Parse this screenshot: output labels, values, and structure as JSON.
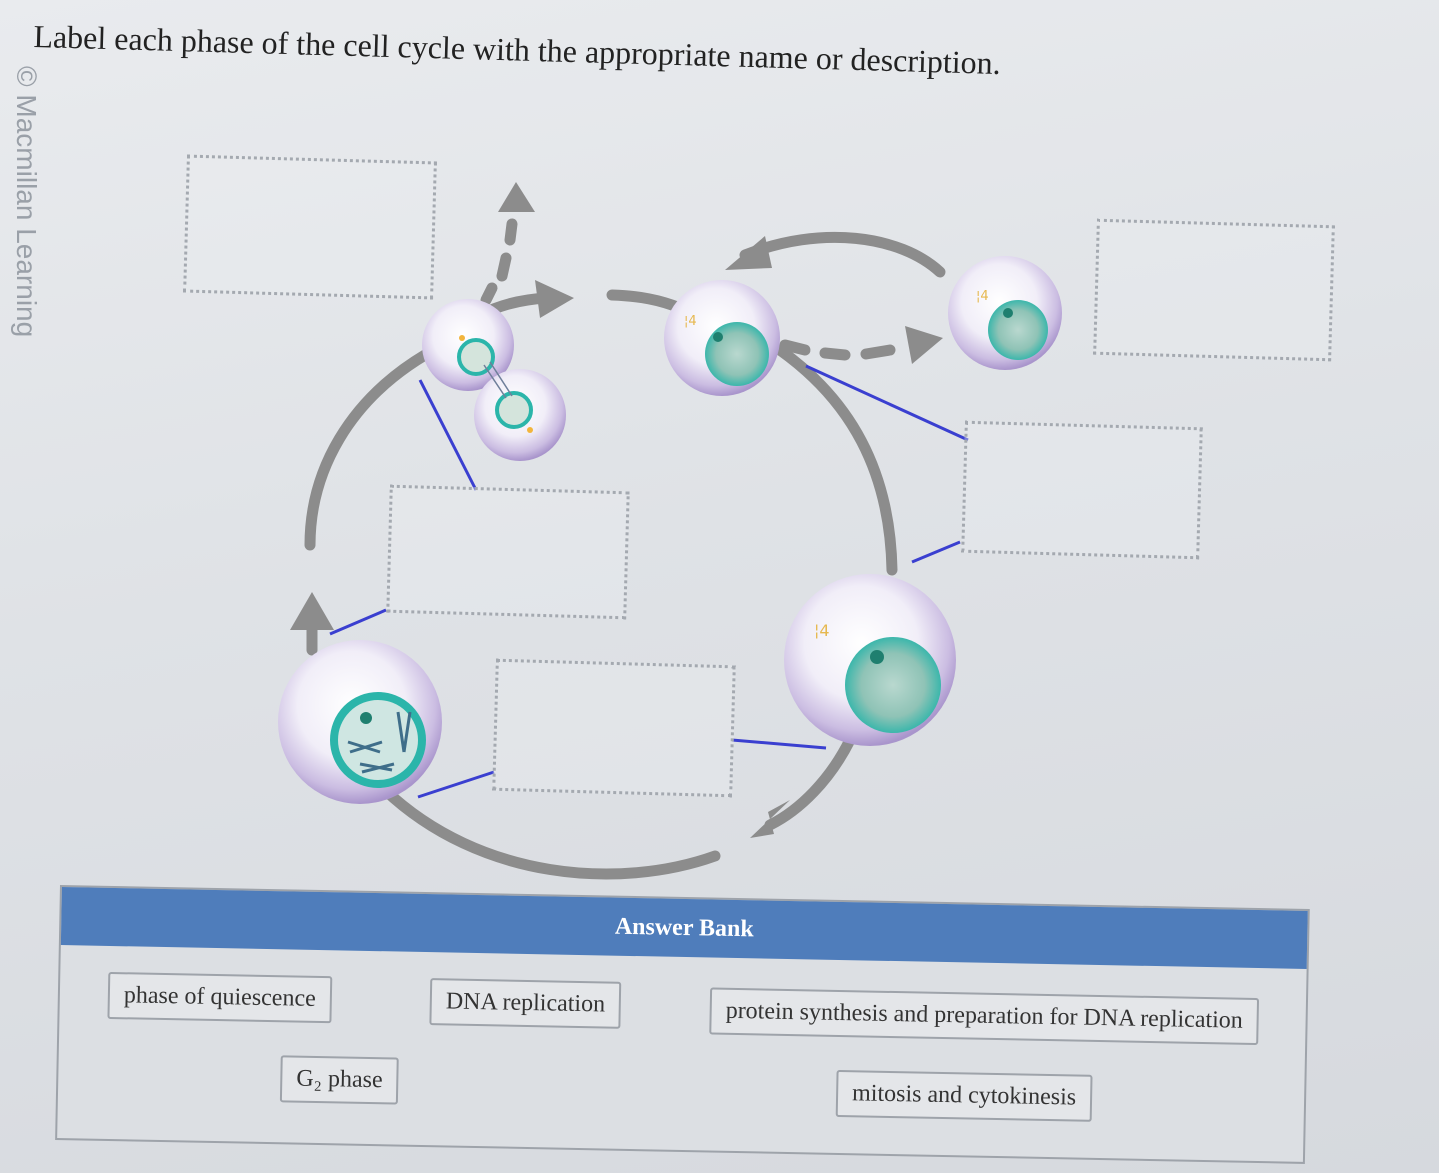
{
  "brand": "© Macmillan Learning",
  "question": "Label each phase of the cell cycle with the appropriate name or description.",
  "drop_zones": [
    "",
    "",
    "",
    "",
    ""
  ],
  "answer_bank": {
    "title": "Answer Bank",
    "chips": [
      "phase of quiescence",
      "DNA replication",
      "protein synthesis and preparation for DNA replication",
      "G₂ phase",
      "mitosis and cytokinesis"
    ]
  },
  "colors": {
    "header": "#4f7dbb",
    "arrow": "#8c8c8c",
    "leader_line": "#3a3fd0",
    "cell_membrane": "#b9a6d6",
    "nucleus": "#2bb5aa"
  },
  "icons": [
    "cell-cycle-arrows",
    "cell-g1",
    "cell-g0",
    "cell-s",
    "cell-g2",
    "cell-mitosis",
    "cell-division"
  ]
}
